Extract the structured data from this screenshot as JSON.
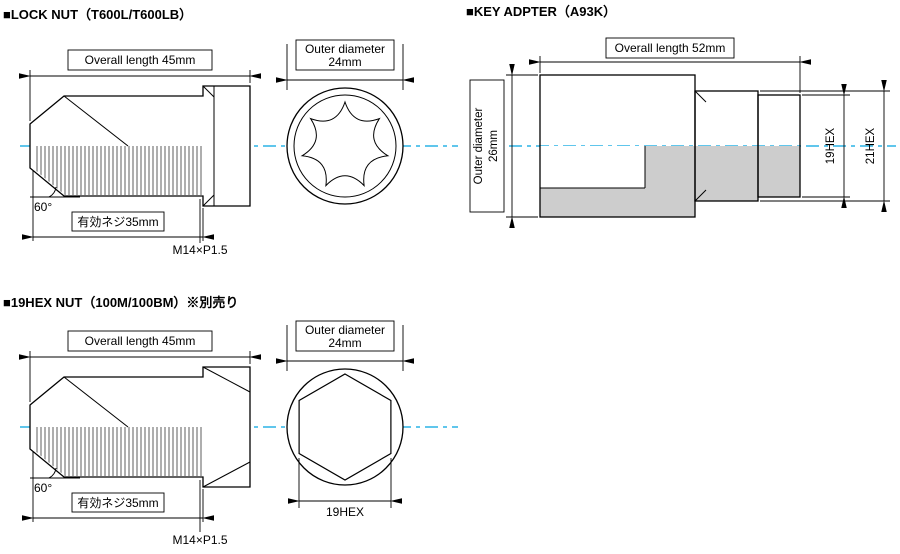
{
  "lock_nut": {
    "title": "■LOCK NUT（T600L/T600LB）",
    "overall_length": "Overall length 45mm",
    "angle": "60°",
    "thread_length": "有効ネジ35mm",
    "thread_spec": "M14×P1.5",
    "outer_diameter_label": "Outer diameter",
    "outer_diameter_value": "24mm"
  },
  "key_adapter": {
    "title": "■KEY ADPTER（A93K）",
    "overall_length": "Overall length 52mm",
    "outer_diameter_label": "Outer diameter",
    "outer_diameter_value": "26mm",
    "hex19": "19HEX",
    "hex21": "21HEX"
  },
  "hex_nut": {
    "title": "■19HEX NUT（100M/100BM）※別売り",
    "overall_length": "Overall length 45mm",
    "angle": "60°",
    "thread_length": "有効ネジ35mm",
    "thread_spec": "M14×P1.5",
    "outer_diameter_label": "Outer diameter",
    "outer_diameter_value": "24mm",
    "hex19": "19HEX"
  },
  "colors": {
    "centerline": "#2bb3e6",
    "outline": "#000000",
    "section_gray": "#cdcdcd"
  }
}
